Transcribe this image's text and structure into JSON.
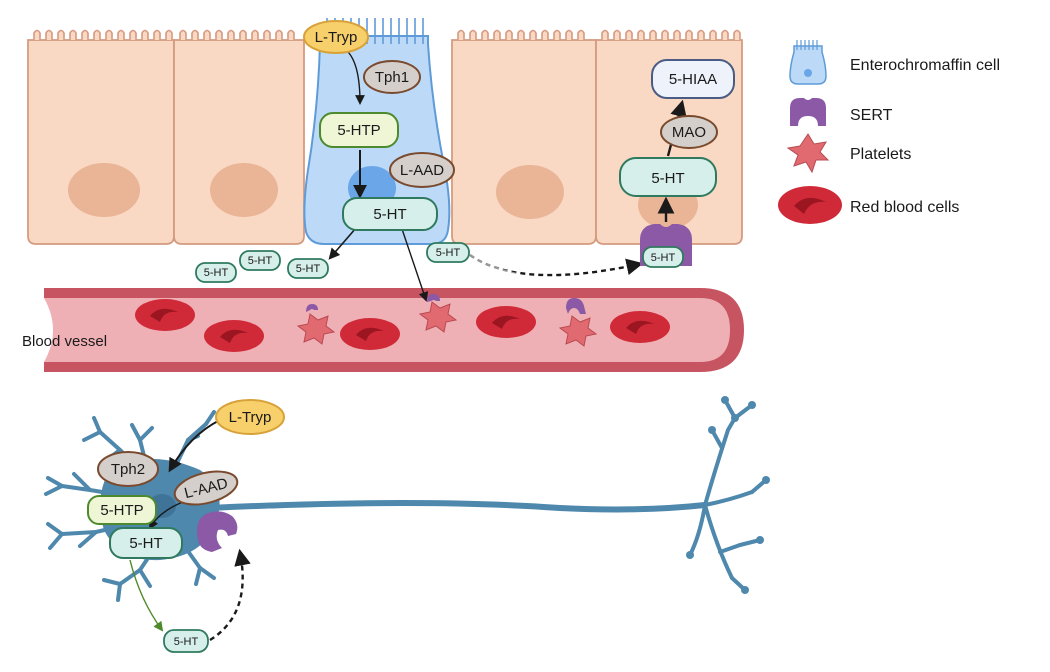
{
  "labels": {
    "ltryp": "L-Tryp",
    "tph1": "Tph1",
    "tph2": "Tph2",
    "htp": "5-HTP",
    "laad": "L-AAD",
    "ht": "5-HT",
    "mao": "MAO",
    "hiaa": "5-HIAA",
    "blood_vessel": "Blood vessel"
  },
  "legend": [
    {
      "id": "ec",
      "label": "Enterochromaffin cell",
      "icon": "enterochromaffin-cell-icon"
    },
    {
      "id": "sert",
      "label": "SERT",
      "icon": "sert-icon"
    },
    {
      "id": "plt",
      "label": "Platelets",
      "icon": "platelet-icon"
    },
    {
      "id": "rbc",
      "label": "Red blood cells",
      "icon": "red-blood-cell-icon"
    }
  ],
  "colors": {
    "epithelium_fill": "#f9d9c3",
    "epithelium_stroke": "#d49b80",
    "nucleus": "#eab496",
    "ec_fill": "#bcdaf7",
    "ec_stroke": "#5f9bd8",
    "ec_nucleus": "#6aa6e8",
    "vessel_outer": "#c75561",
    "vessel_inner": "#efb0b5",
    "rbc": "#d02a38",
    "platelet": "#e06a6f",
    "sert": "#8b59a6",
    "neuron": "#4f88ad",
    "ltryp_fill": "#f7cf6b",
    "ltryp_stroke": "#d8a23a",
    "enzyme_fill": "#d4cfcb",
    "enzyme_stroke": "#7a4a2e",
    "htp_fill": "#eef6d6",
    "htp_stroke": "#4d8a2e",
    "ht_fill": "#d6efea",
    "ht_stroke": "#2f7a5e",
    "hiaa_fill": "#eef2fa",
    "hiaa_stroke": "#4a5c84"
  }
}
